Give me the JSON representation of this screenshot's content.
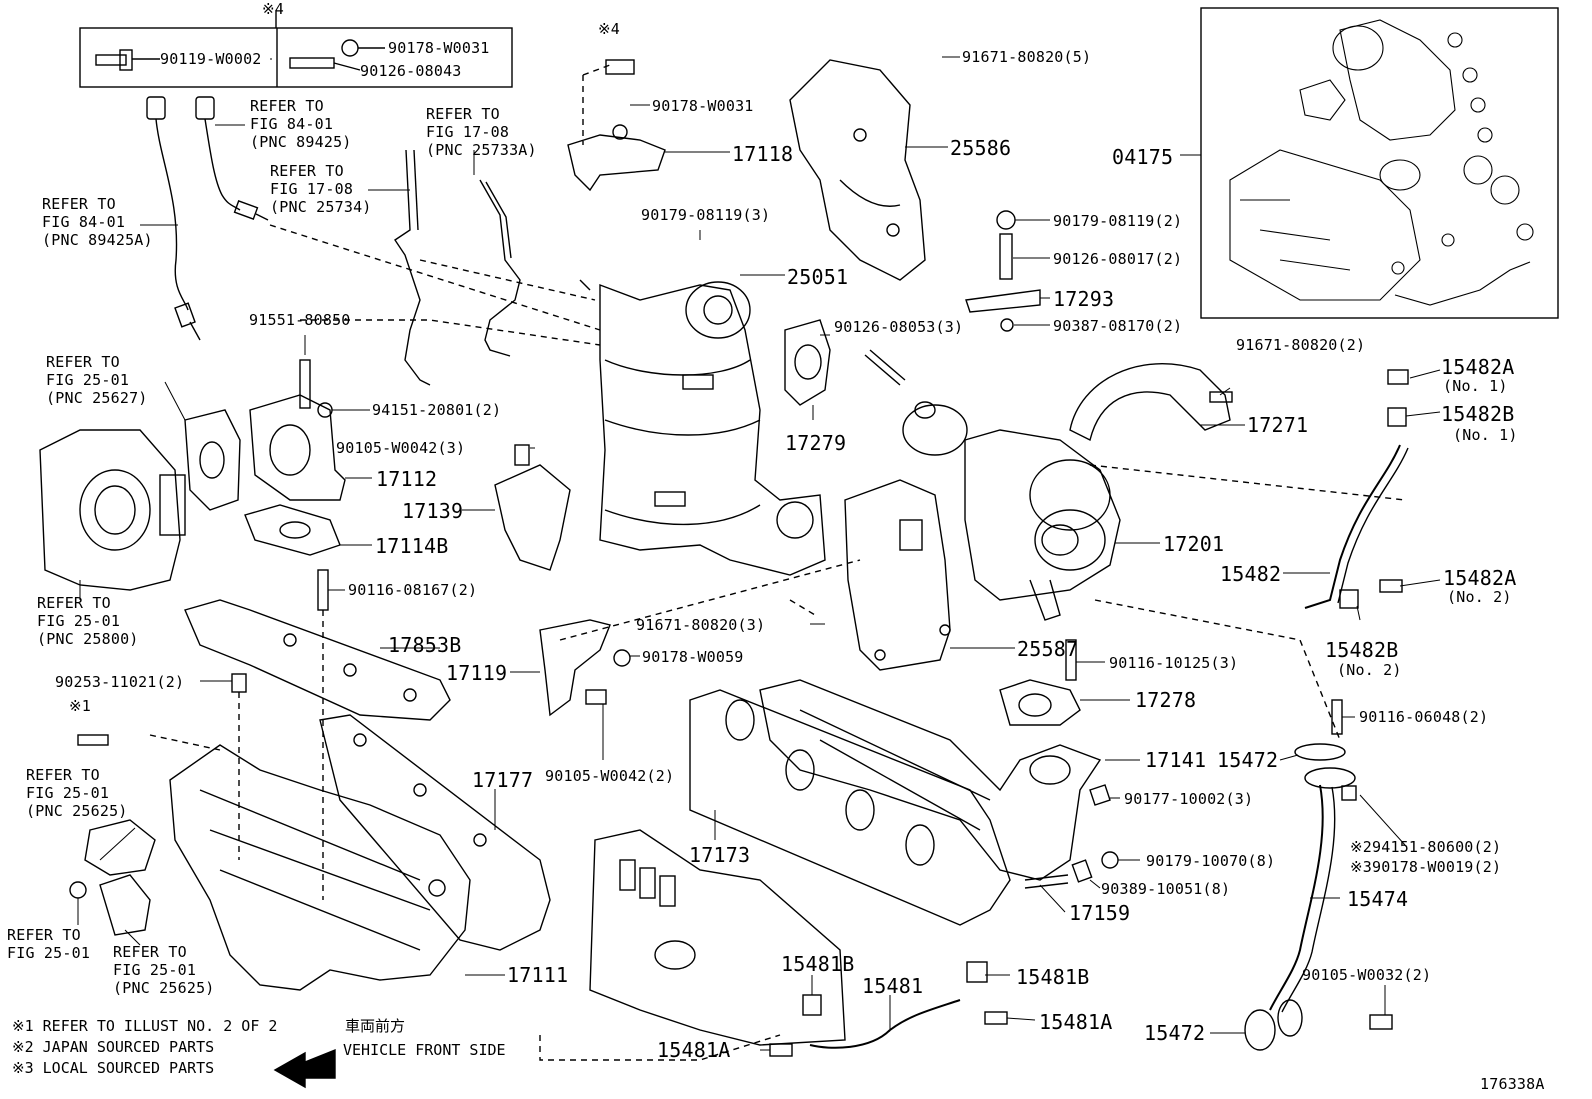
{
  "diagram": {
    "figure_id": "176338A",
    "labels": {
      "p90119": "90119-W0002",
      "p90178_top": "90178-W0031",
      "p90126_top": "90126-08043",
      "mark4_a": "※4",
      "mark4_b": "※4",
      "ref_8401a": "REFER TO\nFIG 84-01\n(PNC 89425)",
      "ref_8401b": "REFER TO\nFIG 84-01\n(PNC 89425A)",
      "ref_1708a": "REFER TO\nFIG 17-08\n(PNC 25734)",
      "ref_1708b": "REFER TO\nFIG 17-08\n(PNC 25733A)",
      "p90178_mid": "90178-W0031",
      "p17118": "17118",
      "p91671_a": "91671-80820(5)",
      "p25586": "25586",
      "p04175": "04175",
      "p90179_3": "90179-08119(3)",
      "p25051": "25051",
      "p90179_2": "90179-08119(2)",
      "p90126_2": "90126-08017(2)",
      "p17293": "17293",
      "p90387": "90387-08170(2)",
      "p91551": "91551-80850",
      "ref_2501a": "REFER TO\nFIG 25-01\n(PNC 25627)",
      "p94151_a": "94151-20801(2)",
      "p90105_3": "90105-W0042(3)",
      "p17112": "17112",
      "p17139": "17139",
      "p17114B": "17114B",
      "p90126_3": "90126-08053(3)",
      "p17279": "17279",
      "p91671_b": "91671-80820(2)",
      "p17271": "17271",
      "p15482A_1": "15482A",
      "no1_a": "(No. 1)",
      "p15482B_1": "15482B",
      "no1_b": "(No. 1)",
      "p17201": "17201",
      "p15482": "15482",
      "p15482A_2": "15482A",
      "no2_a": "(No. 2)",
      "p15482B_2": "15482B",
      "no2_b": "(No. 2)",
      "ref_2501b": "REFER TO\nFIG 25-01\n(PNC 25800)",
      "p90116_2": "90116-08167(2)",
      "p17853B": "17853B",
      "p91671_c": "91671-80820(3)",
      "p25587": "25587",
      "p17119": "17119",
      "p90178_w0059": "90178-W0059",
      "p90116_3": "90116-10125(3)",
      "p90253": "90253-11021(2)",
      "p17278": "17278",
      "mark1": "※1",
      "p90105_2": "90105-W0042(2)",
      "p90116_06048": "90116-06048(2)",
      "p15472_a": "15472",
      "p17141": "17141",
      "ref_2501c": "REFER TO\nFIG 25-01\n(PNC 25625)",
      "p17177": "17177",
      "p90177": "90177-10002(3)",
      "p94151_b": "※294151-80600(2)",
      "p90178_w0019": "※390178-W0019(2)",
      "p17173": "17173",
      "p90179_8": "90179-10070(8)",
      "p90389": "90389-10051(8)",
      "p15474": "15474",
      "p17159": "17159",
      "ref_2501d": "REFER TO\nFIG 25-01",
      "ref_2501e": "REFER TO\nFIG 25-01\n(PNC 25625)",
      "p15481B_a": "15481B",
      "p15481": "15481",
      "p15481B_b": "15481B",
      "p90105_w0032": "90105-W0032(2)",
      "p17111": "17111",
      "p15481A_a": "15481A",
      "p15481A_b": "15481A",
      "p15472_b": "15472"
    },
    "notes": {
      "n1": "※1  REFER TO ILLUST NO. 2 OF 2",
      "n2": "※2 JAPAN SOURCED PARTS",
      "n3": "※3 LOCAL SOURCED PARTS",
      "front_jp": "車両前方",
      "front_en": "VEHICLE FRONT SIDE"
    }
  }
}
